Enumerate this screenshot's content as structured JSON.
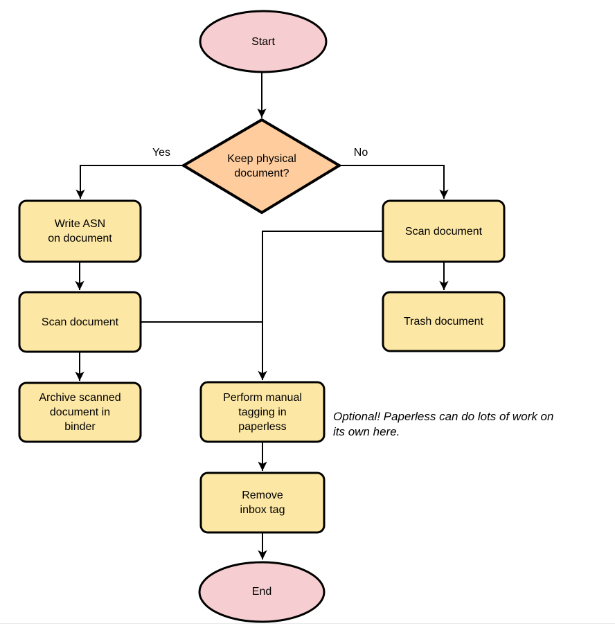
{
  "diagram": {
    "type": "flowchart",
    "nodes": {
      "start": {
        "label": "Start",
        "shape": "ellipse"
      },
      "decision": {
        "label": "Keep physical\ndocument?",
        "shape": "diamond"
      },
      "write_asn": {
        "label": "Write ASN\non document",
        "shape": "rect"
      },
      "scan_left": {
        "label": "Scan document",
        "shape": "rect"
      },
      "archive": {
        "label": "Archive scanned\ndocument in\nbinder",
        "shape": "rect"
      },
      "scan_right": {
        "label": "Scan document",
        "shape": "rect"
      },
      "trash": {
        "label": "Trash document",
        "shape": "rect"
      },
      "tagging": {
        "label": "Perform manual\ntagging in\npaperless",
        "shape": "rect"
      },
      "remove_inbox": {
        "label": "Remove\ninbox tag",
        "shape": "rect"
      },
      "end": {
        "label": "End",
        "shape": "ellipse"
      }
    },
    "edge_labels": {
      "yes": "Yes",
      "no": "No"
    },
    "annotation": "Optional! Paperless can do lots of work on\nits own here.",
    "colors": {
      "terminal_fill": "#F6CDD0",
      "decision_fill": "#FFCC9E",
      "process_fill": "#FCE7A4",
      "line": "#000000"
    }
  }
}
